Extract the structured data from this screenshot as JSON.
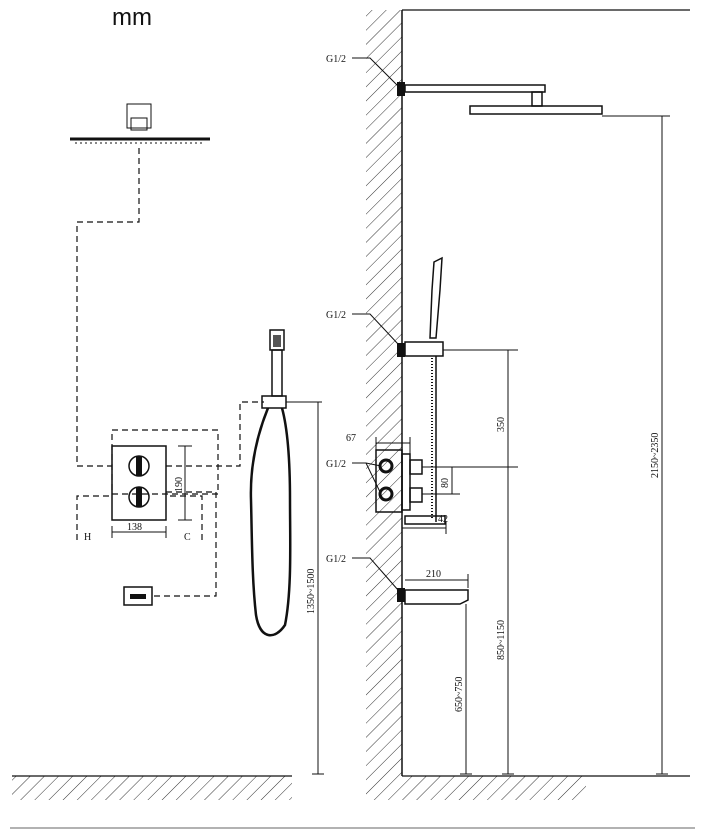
{
  "unit": "mm",
  "labels": {
    "hot": "H",
    "cold": "C",
    "thread_top": "G1/2",
    "thread_mid": "G1/2",
    "thread_valve": "G1/2",
    "thread_spout": "G1/2"
  },
  "dimensions": {
    "valve_width": "138",
    "valve_height": "190",
    "handheld_height": "1350~1500",
    "valve_depth": "67",
    "outlet_spacing": "80",
    "bracket_offset": "42",
    "holder_to_valve": "350",
    "head_height": "2150~2350",
    "spout_length": "210",
    "valve_height_floor": "850~1150",
    "spout_height": "650~750"
  },
  "colors": {
    "line": "#111111",
    "background": "#ffffff"
  }
}
